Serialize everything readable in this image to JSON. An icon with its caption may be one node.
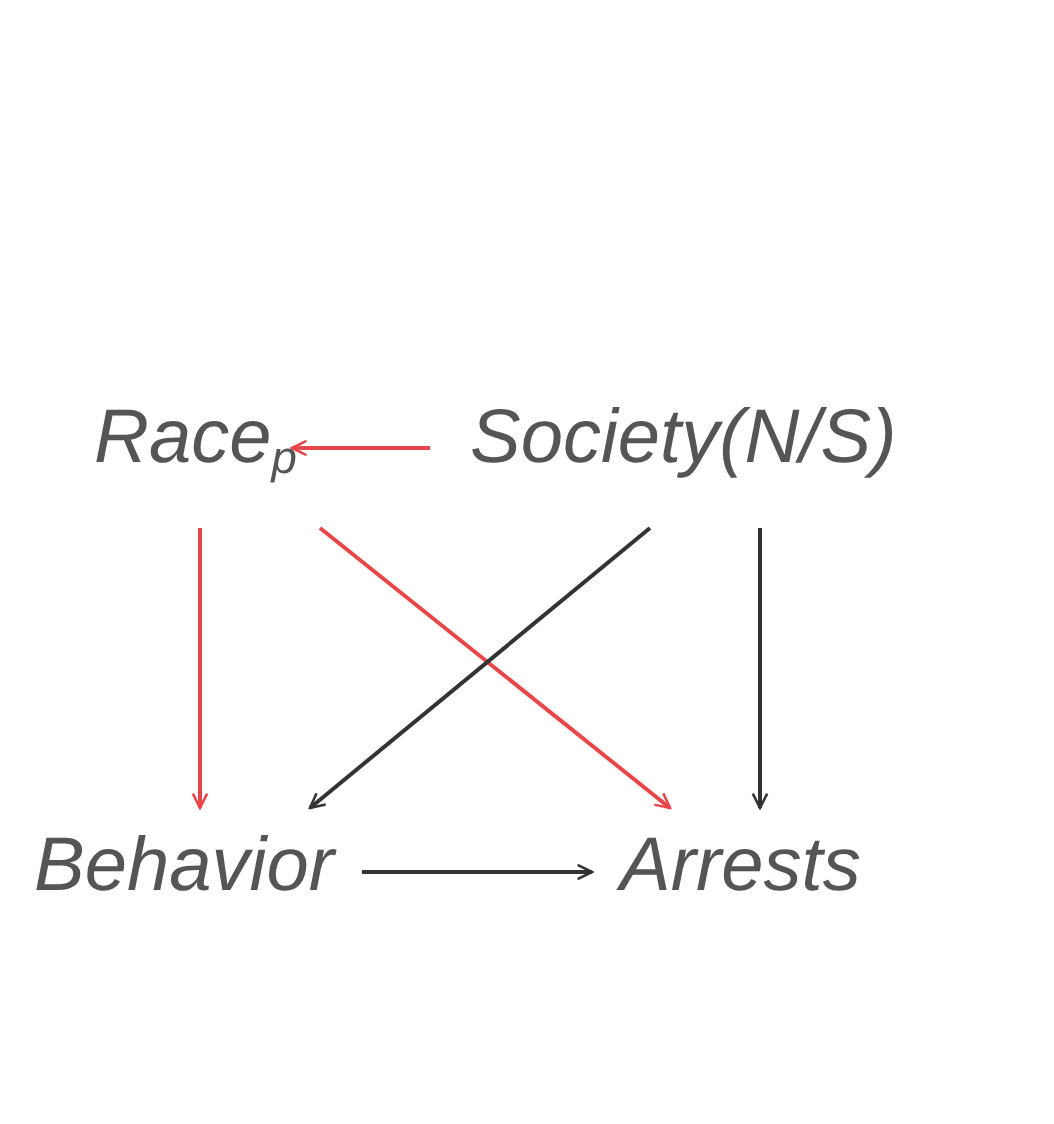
{
  "diagram": {
    "nodes": [
      {
        "text": [
          "Race$_{p}$"
        ]
      },
      {
        "text": [
          "Society(N/S)"
        ]
      },
      {
        "text": [
          "Behavior"
        ]
      },
      {
        "text": [
          "Arrests"
        ]
      }
    ],
    "edges": [
      {
        "from": 1,
        "to": 0,
        "arrow": "to",
        "color": "#e8474a"
      },
      {
        "from": 0,
        "to": 2,
        "arrow": "to",
        "color": "#e8474a"
      },
      {
        "from": 0,
        "to": 3,
        "arrow": "to",
        "color": "#e8474a"
      },
      {
        "from": 1,
        "to": 2,
        "arrow": "to",
        "color": "#333333"
      },
      {
        "from": 1,
        "to": 3,
        "arrow": "to",
        "color": "#333333"
      },
      {
        "from": 2,
        "to": 3,
        "arrow": "to",
        "color": "#333333"
      }
    ]
  }
}
